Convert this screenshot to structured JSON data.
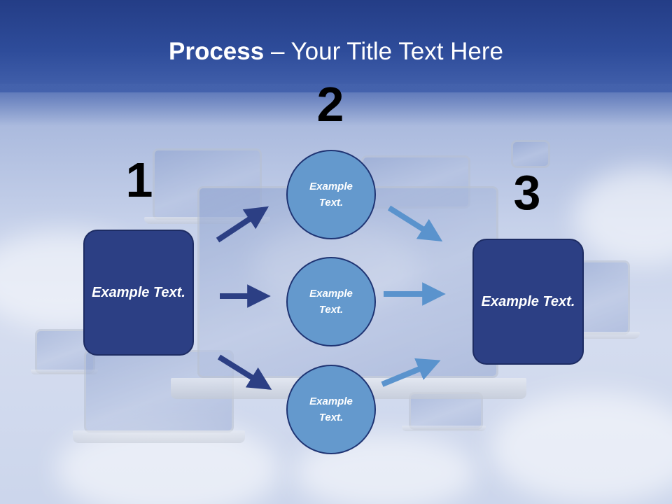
{
  "title": {
    "bold": "Process",
    "rest": " – Your Title Text Here"
  },
  "steps": {
    "one": "1",
    "two": "2",
    "three": "3"
  },
  "left_box": {
    "text": "Example Text."
  },
  "right_box": {
    "text": "Example Text."
  },
  "circles": [
    {
      "text": "Example Text."
    },
    {
      "text": "Example Text."
    },
    {
      "text": "Example Text."
    }
  ],
  "colors": {
    "dark_arrow": "#2c3f84",
    "light_arrow": "#5a93cd",
    "box_fill": "#2c3f84",
    "circle_fill": "#6499cd",
    "banner": "#2e4c9a"
  }
}
